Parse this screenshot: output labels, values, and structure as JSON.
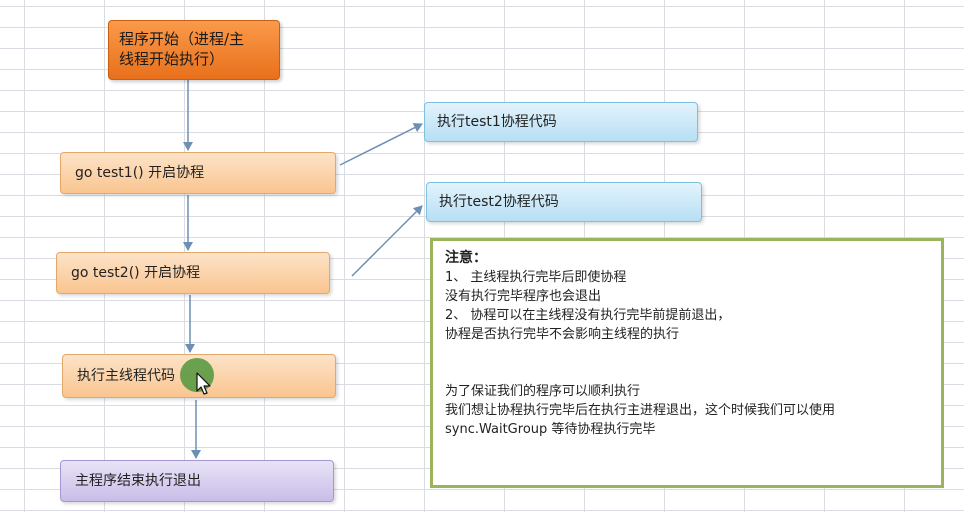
{
  "flow": {
    "start": {
      "line1": "程序开始（进程/主",
      "line2": "线程开始执行）"
    },
    "go_test1": "go test1() 开启协程",
    "go_test2": "go test2() 开启协程",
    "main_code": "执行主线程代码",
    "end": "主程序结束执行退出",
    "exec_test1": "执行test1协程代码",
    "exec_test2": "执行test2协程代码"
  },
  "note": {
    "title": "注意：",
    "line1": "1、 主线程执行完毕后即使协程",
    "line2": "没有执行完毕程序也会退出",
    "line3": "2、 协程可以在主线程没有执行完毕前提前退出，",
    "line4": "协程是否执行完毕不会影响主线程的执行",
    "line5": "为了保证我们的程序可以顺利执行",
    "line6": "我们想让协程执行完毕后在执行主进程退出，这个时候我们可以使用",
    "line7": "sync.WaitGroup 等待协程执行完毕"
  },
  "colors": {
    "start": "#e8701c",
    "step": "#f9c590",
    "goroutine": "#b7dff4",
    "end": "#c9bde8",
    "note_border": "#9bb35a",
    "arrow": "#6d8fb3"
  },
  "icons": {
    "cursor": "pointer-cursor-icon"
  }
}
